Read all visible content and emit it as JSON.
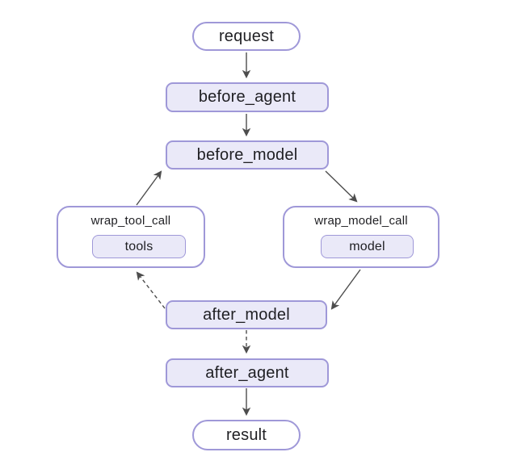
{
  "diagram": {
    "type": "flowchart",
    "direction": "top-down",
    "nodes": {
      "request": {
        "label": "request",
        "shape": "stadium"
      },
      "before_agent": {
        "label": "before_agent",
        "shape": "rounded-box"
      },
      "before_model": {
        "label": "before_model",
        "shape": "rounded-box"
      },
      "wrap_tool_call": {
        "label": "wrap_tool_call",
        "shape": "container",
        "child": "tools"
      },
      "tools": {
        "label": "tools",
        "shape": "rounded-box"
      },
      "wrap_model_call": {
        "label": "wrap_model_call",
        "shape": "container",
        "child": "model"
      },
      "model": {
        "label": "model",
        "shape": "rounded-box"
      },
      "after_model": {
        "label": "after_model",
        "shape": "rounded-box"
      },
      "after_agent": {
        "label": "after_agent",
        "shape": "rounded-box"
      },
      "result": {
        "label": "result",
        "shape": "stadium"
      }
    },
    "edges": [
      {
        "from": "request",
        "to": "before_agent",
        "style": "solid"
      },
      {
        "from": "before_agent",
        "to": "before_model",
        "style": "solid"
      },
      {
        "from": "wrap_tool_call",
        "to": "before_model",
        "style": "solid"
      },
      {
        "from": "before_model",
        "to": "wrap_model_call",
        "style": "solid"
      },
      {
        "from": "wrap_model_call",
        "to": "after_model",
        "style": "solid"
      },
      {
        "from": "after_model",
        "to": "wrap_tool_call",
        "style": "dashed"
      },
      {
        "from": "after_model",
        "to": "after_agent",
        "style": "dashed"
      },
      {
        "from": "after_agent",
        "to": "result",
        "style": "solid"
      }
    ],
    "colors": {
      "node_fill": "#EAE9F8",
      "node_border": "#9F98D8",
      "container_fill": "#FFFFFF",
      "edge_color": "#4D4D4D",
      "text_color": "#1F1F23",
      "background": "#FFFFFF"
    }
  }
}
